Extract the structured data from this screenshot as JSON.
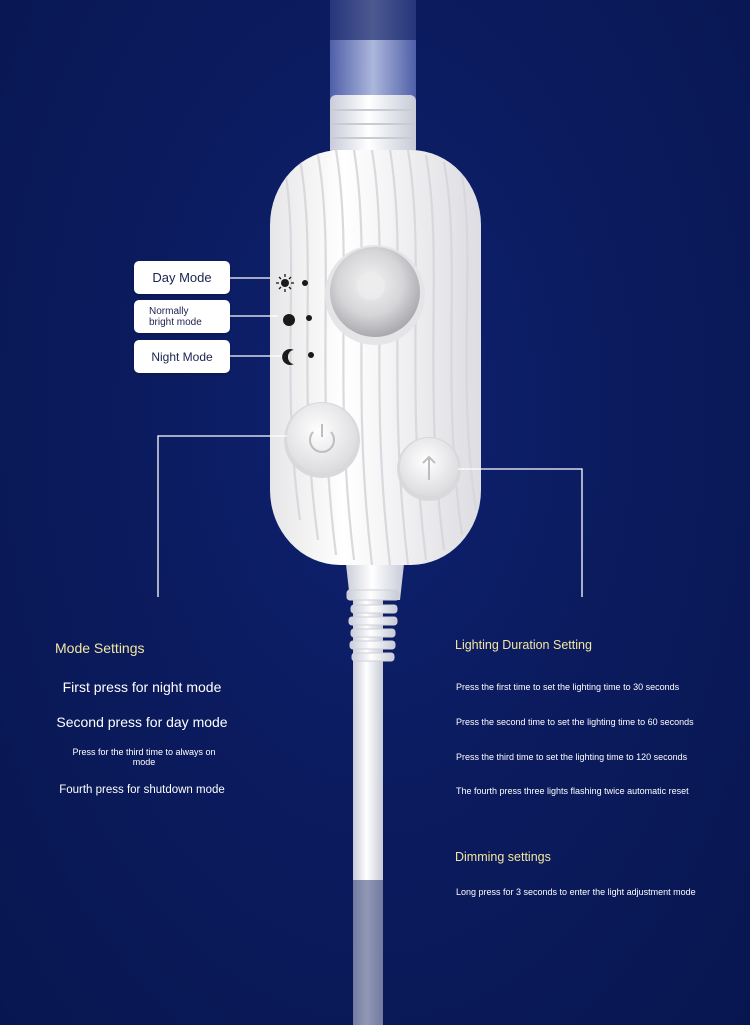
{
  "indicators": {
    "day_mode": "Day Mode",
    "normally_bright": "Normally\nbright mode",
    "night_mode": "Night Mode"
  },
  "mode_settings": {
    "heading": "Mode Settings",
    "items": [
      "First press for night mode",
      "Second press for day mode",
      "Press for the third time to always on mode",
      "Fourth press for shutdown mode"
    ]
  },
  "lighting_duration": {
    "heading": "Lighting Duration Setting",
    "items": [
      "Press the first time to set the lighting time to 30 seconds",
      "Press the second time to set the lighting time to 60 seconds",
      "Press the third time to set the lighting time to 120 seconds",
      "The fourth press three lights flashing twice automatic reset"
    ]
  },
  "dimming": {
    "heading": "Dimming settings",
    "text": "Long press for 3 seconds to enter the light adjustment mode"
  },
  "colors": {
    "background": "#0b1b5e",
    "heading": "#f3e6a2",
    "text": "#ffffff",
    "device": "#f1f1f1"
  },
  "icons": [
    "sun-icon",
    "full-moon-icon",
    "crescent-moon-icon",
    "power-icon",
    "up-arrow-icon"
  ]
}
